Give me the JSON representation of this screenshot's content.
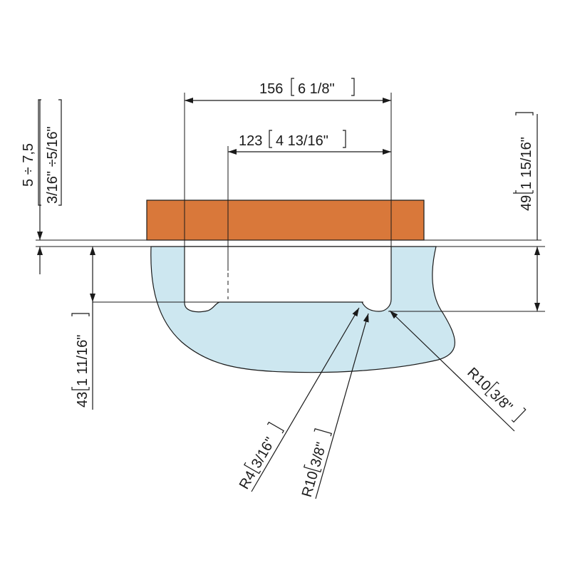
{
  "colors": {
    "glass_fill": "#cde7f0",
    "plate_fill": "#d9783a",
    "line": "#1a1a1a",
    "background": "#ffffff"
  },
  "dimensions": {
    "width_outer": {
      "mm": "156",
      "inch": "6 1/8\""
    },
    "width_inner": {
      "mm": "123",
      "inch": "4 13/16\""
    },
    "gap": {
      "mm": "5 ÷ 7,5",
      "inch": "3/16\" ÷5/16\""
    },
    "height_right": {
      "mm": "49",
      "inch": "1 15/16\""
    },
    "height_left": {
      "mm": "43",
      "inch": "1 11/16\""
    },
    "radius_r4": {
      "mm": "R4",
      "inch": "3/16\""
    },
    "radius_r10_mid": {
      "mm": "R10",
      "inch": "3/8\""
    },
    "radius_r10_right": {
      "mm": "R10",
      "inch": "3/8\""
    }
  }
}
